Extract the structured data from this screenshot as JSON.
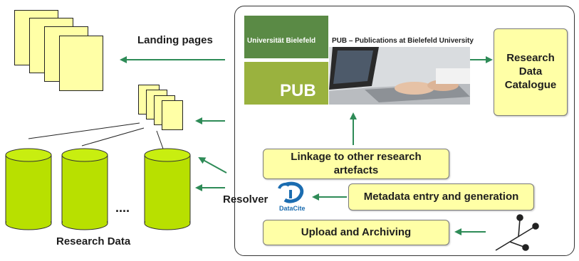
{
  "diagram": {
    "labels": {
      "landing_pages": "Landing pages",
      "research_data": "Research Data",
      "resolver": "Resolver",
      "ellipsis": "...."
    },
    "pub_banner": {
      "university": "Universität Bielefeld",
      "title": "PUB – Publications at Bielefeld University",
      "logo_text": "PUB"
    },
    "boxes": {
      "research_data_catalogue": "Research Data Catalogue",
      "linkage": "Linkage to other research artefacts",
      "metadata": "Metadata entry and generation",
      "upload": "Upload and Archiving"
    },
    "datacite": {
      "name": "DataCite"
    },
    "colors": {
      "arrow": "#2e8b57",
      "box_fill": "#ffffa6",
      "cylinder_fill": "#b8e000",
      "pub_green": "#5a8a45",
      "pub_logo": "#9ab23e",
      "datacite_blue": "#1b6cb0"
    }
  }
}
